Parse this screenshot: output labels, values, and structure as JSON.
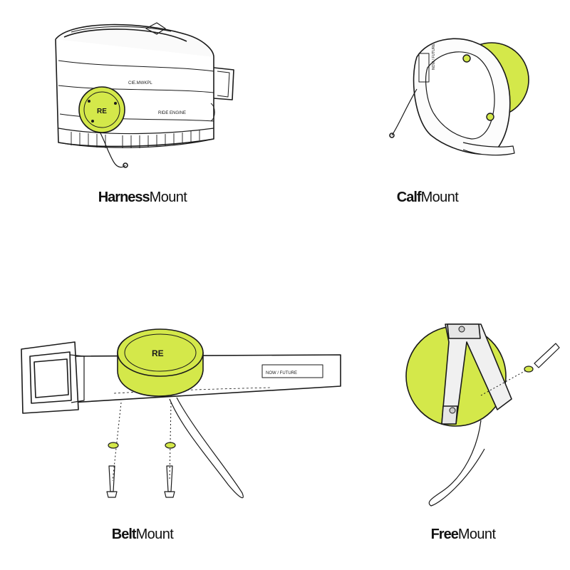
{
  "colors": {
    "accent": "#d4e84a",
    "line": "#1a1a1a",
    "background": "#ffffff"
  },
  "panels": [
    {
      "id": "harness",
      "bold": "Harness",
      "rest": "Mount",
      "texts": {
        "brand_a": "CIE.MWKPL",
        "brand_b": "RIDE ENGINE"
      }
    },
    {
      "id": "calf",
      "bold": "Calf",
      "rest": "Mount",
      "texts": {
        "tag": "NOW / FUTURE"
      }
    },
    {
      "id": "belt",
      "bold": "Belt",
      "rest": "Mount",
      "texts": {
        "tag": "NOW / FUTURE",
        "logo": "RE"
      }
    },
    {
      "id": "free",
      "bold": "Free",
      "rest": "Mount"
    }
  ]
}
